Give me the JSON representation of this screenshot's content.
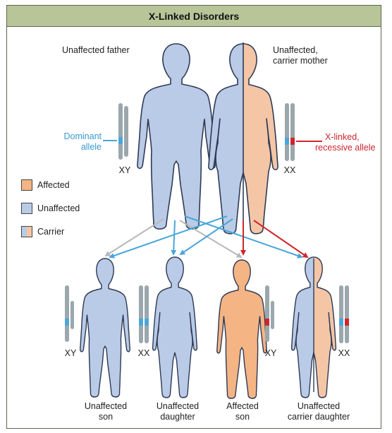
{
  "title": "X-Linked Disorders",
  "parents": {
    "father_label": "Unaffected father",
    "mother_label_1": "Unaffected,",
    "mother_label_2": "carrier mother",
    "father_chromosomes": "XY",
    "mother_chromosomes": "XX"
  },
  "allele_labels": {
    "dominant_1": "Dominant",
    "dominant_2": "allele",
    "recessive_1": "X-linked,",
    "recessive_2": "recessive allele"
  },
  "legend": [
    {
      "label": "Affected",
      "color": "#f4b483"
    },
    {
      "label": "Unaffected",
      "color": "#b9cbe6"
    },
    {
      "label": "Carrier",
      "color": "#f4c6a6"
    }
  ],
  "children": [
    {
      "label_1": "Unaffected",
      "label_2": "son",
      "chromosomes": "XY"
    },
    {
      "label_1": "Unaffected",
      "label_2": "daughter",
      "chromosomes": "XX"
    },
    {
      "label_1": "Affected",
      "label_2": "son",
      "chromosomes": "XY"
    },
    {
      "label_1": "Unaffected",
      "label_2": "carrier daughter",
      "chromosomes": "XX"
    }
  ],
  "colors": {
    "header": "#b8c598",
    "unaffected": "#b9cbe6",
    "affected": "#f4b483",
    "dominant_allele": "#4aa6db",
    "recessive_allele": "#d0252c",
    "chromosome": "#9aa7ad",
    "arrow_gray": "#b8b8b8"
  }
}
